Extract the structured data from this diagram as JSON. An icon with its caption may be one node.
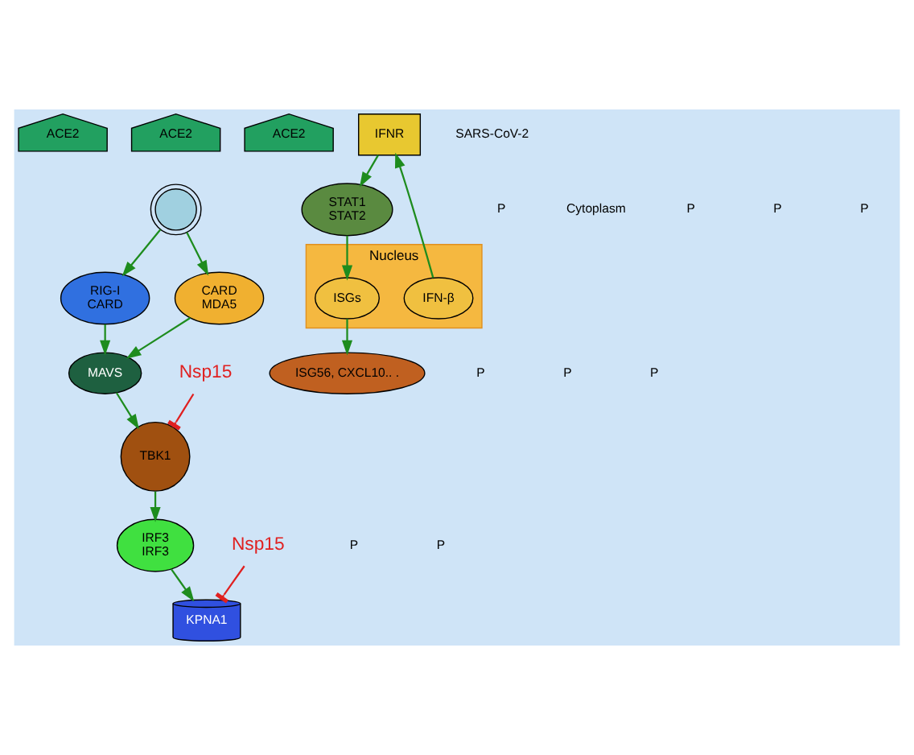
{
  "diagram": {
    "nodes": [
      {
        "text": [
          "ACE2"
        ]
      },
      {
        "text": [
          "ACE2"
        ]
      },
      {
        "text": [
          "ACE2"
        ]
      },
      {
        "text": [
          "IFNR"
        ]
      },
      {
        "text": [],
        "shape": "picture"
      },
      {
        "text": [
          "RIG-I",
          "CARD"
        ]
      },
      {
        "text": [
          "CARD",
          "MDA5"
        ]
      },
      {
        "text": [
          "MAVS"
        ]
      },
      {
        "text": [
          "STAT1",
          "STAT2"
        ]
      },
      {
        "text": [
          "TBK1"
        ]
      },
      {
        "text": [
          "Nsp15"
        ]
      },
      {
        "text": [
          "IRF3",
          "IRF3"
        ]
      },
      {
        "text": [
          "Nsp15"
        ]
      },
      {
        "text": [
          "KPNA1"
        ]
      },
      {
        "text": [
          "Nucleus"
        ]
      },
      {
        "text": [
          "IFN-β"
        ],
        "in": 14
      },
      {
        "text": [
          "ISGs"
        ],
        "in": 14
      },
      {
        "text": [
          "ISG56, CXCL10.. ."
        ]
      }
    ],
    "edges": [
      {
        "from": 4,
        "to": 5,
        "arrow": "to"
      },
      {
        "from": 4,
        "to": 6,
        "arrow": "to"
      },
      {
        "from": 5,
        "to": 7,
        "arrow": "to"
      },
      {
        "from": 6,
        "to": 7,
        "arrow": "to"
      },
      {
        "from": 7,
        "to": 9,
        "arrow": "to"
      },
      {
        "from": 10,
        "to": 9,
        "arrow": "other",
        "color": "#e02020"
      },
      {
        "from": 9,
        "to": 11,
        "arrow": "to"
      },
      {
        "from": 11,
        "to": 13,
        "arrow": "to"
      },
      {
        "from": 12,
        "to": 13,
        "arrow": "other",
        "color": "#e02020"
      },
      {
        "from": 15,
        "to": 3,
        "arrow": "to"
      },
      {
        "from": 3,
        "to": 8,
        "arrow": "to"
      },
      {
        "from": 8,
        "to": 16,
        "arrow": "to"
      },
      {
        "from": 16,
        "to": 17,
        "arrow": "to"
      }
    ],
    "labels": [
      "SARS-CoV-2",
      "Cytoplasm",
      "P",
      "P",
      "P",
      "P",
      "P",
      "P",
      "P",
      "P",
      "P"
    ]
  }
}
